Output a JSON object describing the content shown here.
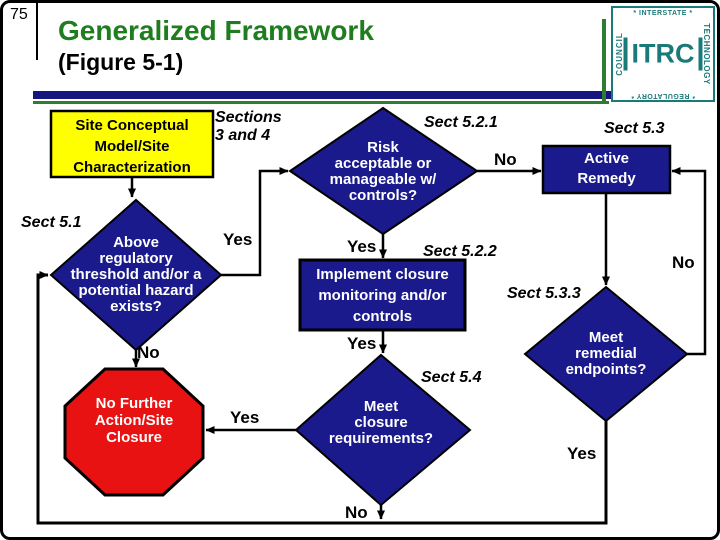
{
  "slide": {
    "number": "75",
    "title": "Generalized Framework",
    "subtitle": "(Figure 5-1)"
  },
  "logo": {
    "top": "* INTERSTATE *",
    "right": "TECHNOLOGY",
    "bottom": "* REGULATORY *",
    "left": "COUNCIL",
    "center": "ITRC"
  },
  "colors": {
    "title_green": "#1f7d1f",
    "bar_navy": "#15157e",
    "line_green": "#2e7d32",
    "shape_navy": "#1a1a8c",
    "box_yellow": "#ffff00",
    "stop_red": "#e81212",
    "logo_teal": "#1a7a7a"
  },
  "flowchart": {
    "start_box": {
      "line1": "Site Conceptual",
      "line2": "Model/Site",
      "line3": "Characterization"
    },
    "sections_note": {
      "line1": "Sections",
      "line2": "3 and 4"
    },
    "hazard_diamond": {
      "section": "Sect 5.1",
      "line1": "Above",
      "line2": "regulatory",
      "line3": "threshold and/or a",
      "line4": "potential hazard",
      "line5": "exists?"
    },
    "risk_diamond": {
      "section": "Sect 5.2.1",
      "line1": "Risk",
      "line2": "acceptable or",
      "line3": "manageable w/",
      "line4": "controls?"
    },
    "active_remedy_box": {
      "section": "Sect 5.3",
      "line1": "Active",
      "line2": "Remedy"
    },
    "implement_box": {
      "section": "Sect 5.2.2",
      "line1": "Implement closure",
      "line2": "monitoring and/or",
      "line3": "controls"
    },
    "closure_diamond": {
      "section": "Sect 5.4",
      "line1": "Meet",
      "line2": "closure",
      "line3": "requirements?"
    },
    "remedial_diamond": {
      "section": "Sect 5.3.3",
      "line1": "Meet",
      "line2": "remedial",
      "line3": "endpoints?"
    },
    "nfa_octagon": {
      "line1": "No Further",
      "line2": "Action/Site",
      "line3": "Closure"
    },
    "labels": {
      "yes": "Yes",
      "no": "No"
    }
  }
}
